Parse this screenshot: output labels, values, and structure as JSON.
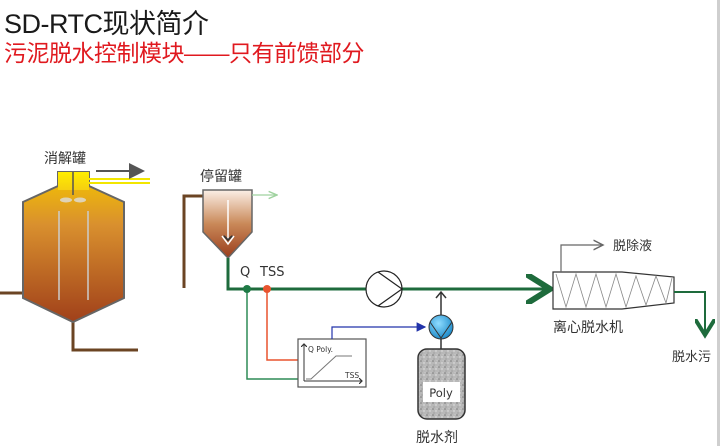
{
  "header": {
    "title": "SD-RTC现状简介",
    "subtitle": "污泥脱水控制模块——只有前馈部分"
  },
  "diagram": {
    "digester_label": "消解罐",
    "buffer_tank_label": "停留罐",
    "flow_sensor_label": "Q",
    "tss_sensor_label": "TSS",
    "controller": {
      "y_axis_label": "Q Poly.",
      "x_axis_label": "TSS"
    },
    "polymer_tank_label": "Poly",
    "polymer_caption": "脱水剂",
    "centrifuge_label": "离心脱水机",
    "filtrate_label": "脱除液",
    "sludge_output_label": "脱水污"
  },
  "colors": {
    "title": "#1a1a1a",
    "subtitle": "#e0191f",
    "main_pipe": "#1e6b3c",
    "flow_signal": "#2e8b57",
    "tss_signal": "#e8542f",
    "dosing_signal": "#2233aa",
    "sludge_pipe": "#6b4423",
    "gas_pipe": "#f2e600",
    "dosing_pump": "#29a3e0"
  }
}
